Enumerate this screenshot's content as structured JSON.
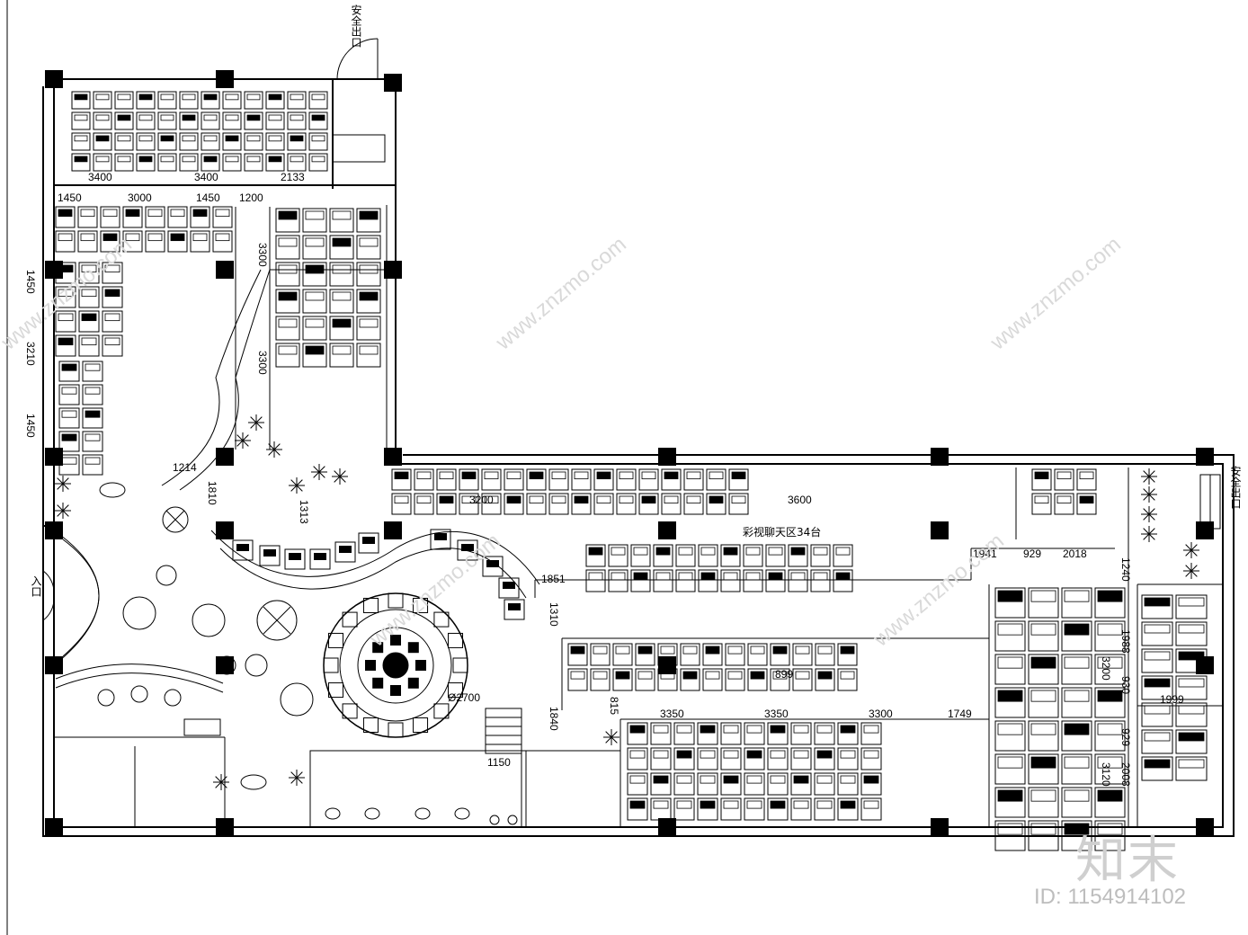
{
  "labels": {
    "exit_top": "安全出口",
    "exit_right": "安全出口",
    "entrance": "入口",
    "zone_chat": "彩视聊天区34台",
    "bar_dia": "Ø2700"
  },
  "dimensions": {
    "top_row1": [
      "3400",
      "3400",
      "2133"
    ],
    "top_row2": [
      "1450",
      "3000",
      "1450",
      "1200"
    ],
    "left_col": [
      "1450",
      "3210",
      "1450"
    ],
    "mid_row": [
      "3200",
      "3600",
      "1941",
      "929",
      "2018"
    ],
    "mid_misc": [
      "1851",
      "1310",
      "1840",
      "1150",
      "899",
      "815",
      "3300",
      "3300",
      "1214",
      "1810",
      "1313"
    ],
    "bottom_row": [
      "3350",
      "3350",
      "3300",
      "1749"
    ],
    "right_col": [
      "1988",
      "930",
      "3200",
      "1999",
      "929",
      "2008",
      "3120",
      "1240"
    ]
  },
  "watermark": {
    "url": "www.znzmo.com",
    "logo": "知末",
    "id": "ID: 1154914102"
  },
  "seat_blocks": [
    {
      "cols": 12,
      "rows": 4
    },
    {
      "cols": 8,
      "rows": 2
    },
    {
      "cols": 3,
      "rows": 4
    },
    {
      "cols": 4,
      "rows": 6
    },
    {
      "cols": 2,
      "rows": 5
    },
    {
      "cols": 16,
      "rows": 2
    },
    {
      "cols": 3,
      "rows": 2
    },
    {
      "cols": 12,
      "rows": 2
    },
    {
      "cols": 13,
      "rows": 2
    },
    {
      "cols": 11,
      "rows": 4
    },
    {
      "cols": 4,
      "rows": 8
    },
    {
      "cols": 2,
      "rows": 7
    }
  ]
}
